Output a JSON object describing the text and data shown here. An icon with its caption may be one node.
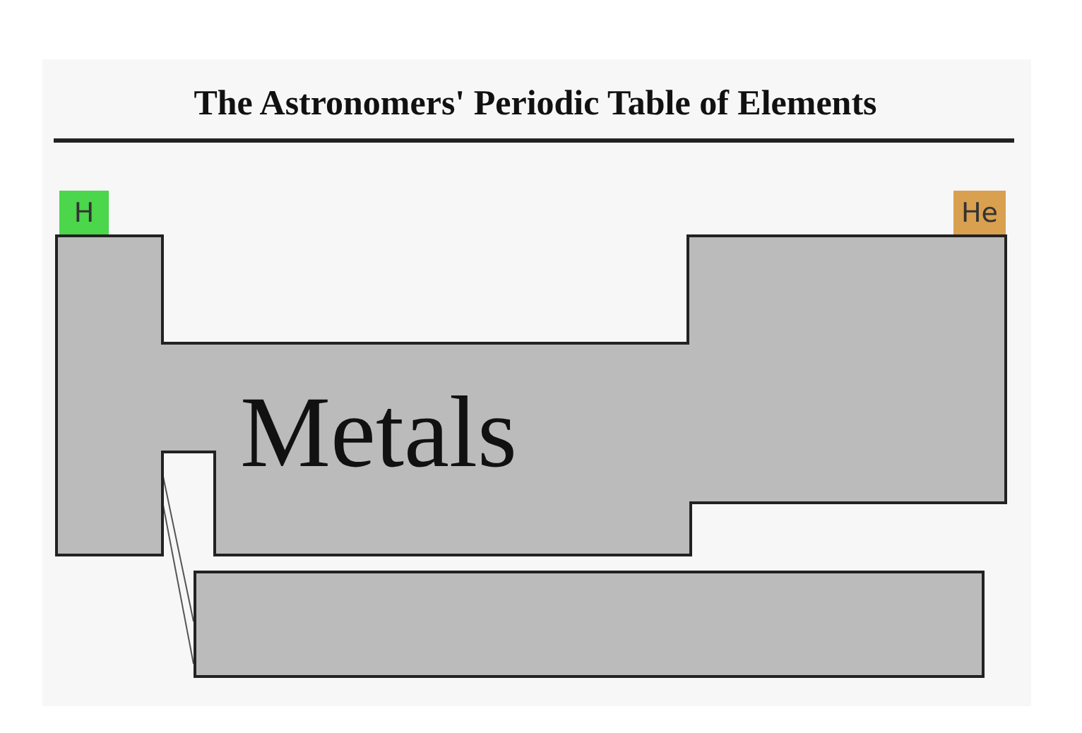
{
  "diagram": {
    "title": "The Astronomers' Periodic Table of Elements",
    "nodes": [
      {
        "text": [
          "H"
        ]
      },
      {
        "text": [
          "He"
        ]
      },
      {
        "text": [
          "Metals"
        ]
      },
      {
        "text": [],
        "shape": "box"
      }
    ],
    "edges": [
      {
        "from": 2,
        "to": 3,
        "arrow": "none"
      },
      {
        "from": 2,
        "to": 3,
        "arrow": "none"
      }
    ]
  }
}
